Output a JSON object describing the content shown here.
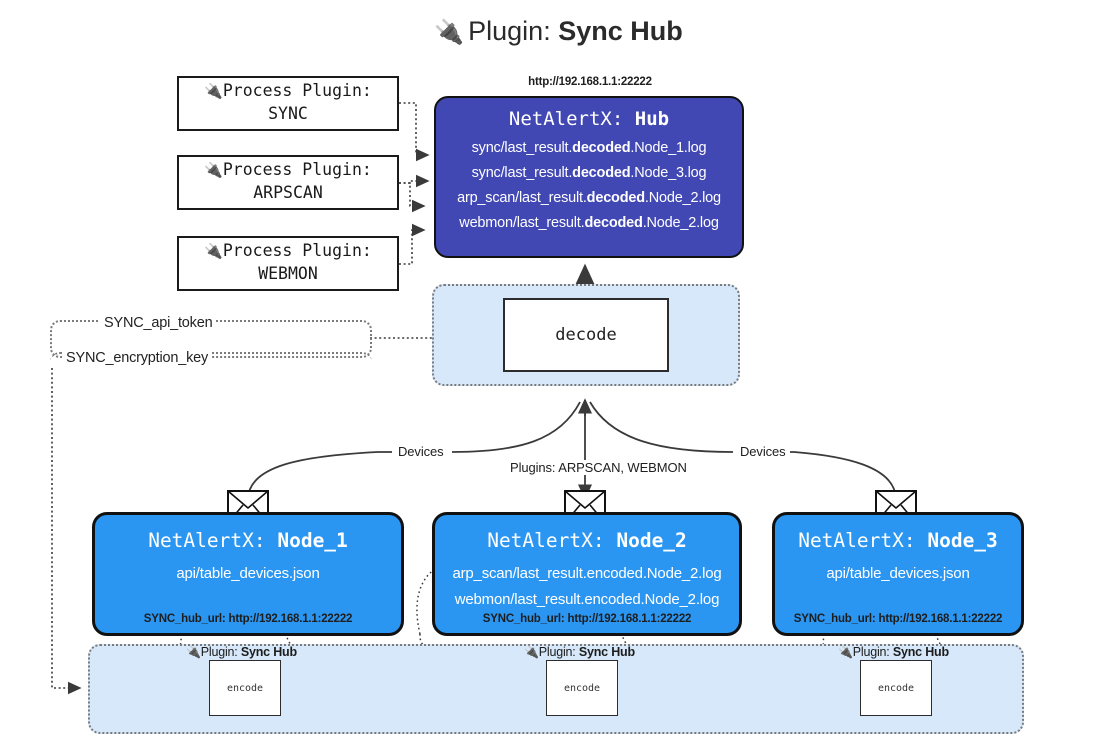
{
  "title": {
    "icon": "plug-icon",
    "prefix": "Plugin: ",
    "name": "Sync Hub"
  },
  "process_plugins": [
    {
      "icon": "plug-icon",
      "line1": "Process Plugin:",
      "line2": "SYNC"
    },
    {
      "icon": "plug-icon",
      "line1": "Process Plugin:",
      "line2": "ARPSCAN"
    },
    {
      "icon": "plug-icon",
      "line1": "Process Plugin:",
      "line2": "WEBMON"
    }
  ],
  "hub": {
    "url": "http://192.168.1.1:22222",
    "title_prefix": "NetAlertX: ",
    "title_name": "Hub",
    "logs": [
      {
        "pre": "sync/last_result.",
        "mid": "decoded",
        "post": ".Node_1.log"
      },
      {
        "pre": "sync/last_result.",
        "mid": "decoded",
        "post": ".Node_3.log"
      },
      {
        "pre": "arp_scan/last_result.",
        "mid": "decoded",
        "post": ".Node_2.log"
      },
      {
        "pre": "webmon/last_result.",
        "mid": "decoded",
        "post": ".Node_2.log"
      }
    ]
  },
  "decode": {
    "label": "decode"
  },
  "tokens": [
    {
      "label": "SYNC_api_token"
    },
    {
      "label": "SYNC_encryption_key"
    }
  ],
  "edge_labels": {
    "devices_left": "Devices",
    "devices_right": "Devices",
    "plugins_center": "Plugins: ARPSCAN, WEBMON"
  },
  "nodes": [
    {
      "title_prefix": "NetAlertX: ",
      "title_name": "Node_1",
      "lines": [
        "api/table_devices.json"
      ],
      "footer": "SYNC_hub_url: http://192.168.1.1:22222",
      "envelope": "envelope-icon"
    },
    {
      "title_prefix": "NetAlertX: ",
      "title_name": "Node_2",
      "lines": [
        "arp_scan/last_result.encoded.Node_2.log",
        "webmon/last_result.encoded.Node_2.log"
      ],
      "footer": "SYNC_hub_url: http://192.168.1.1:22222",
      "envelope": "envelope-icon"
    },
    {
      "title_prefix": "NetAlertX: ",
      "title_name": "Node_3",
      "lines": [
        "api/table_devices.json"
      ],
      "footer": "SYNC_hub_url: http://192.168.1.1:22222",
      "envelope": "envelope-icon"
    }
  ],
  "plugin_band": [
    {
      "icon": "plug-icon",
      "caption_prefix": "Plugin: ",
      "caption_name": "Sync Hub",
      "box_label": "encode"
    },
    {
      "icon": "plug-icon",
      "caption_prefix": "Plugin: ",
      "caption_name": "Sync Hub",
      "box_label": "encode"
    },
    {
      "icon": "plug-icon",
      "caption_prefix": "Plugin: ",
      "caption_name": "Sync Hub",
      "box_label": "encode"
    }
  ],
  "colors": {
    "hub_fill": "#4147b3",
    "node_fill": "#2b96f1",
    "container_fill": "#d6e8f9",
    "stroke": "#111111",
    "dotted": "#7a7a7a"
  }
}
